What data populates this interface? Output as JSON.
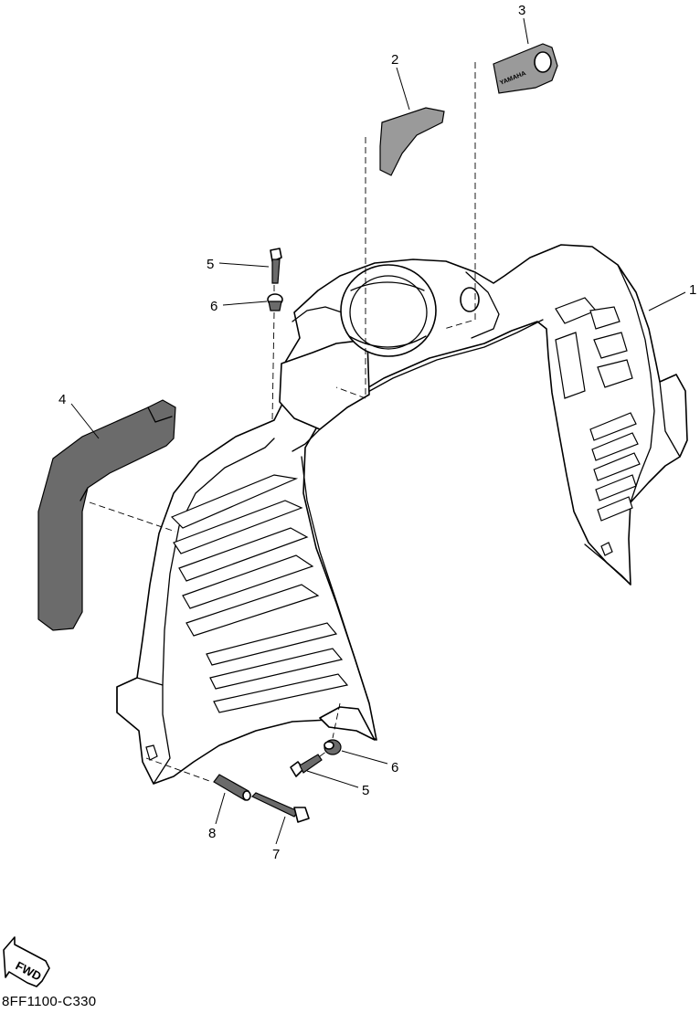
{
  "diagram": {
    "callouts": [
      {
        "id": "1",
        "label": "1"
      },
      {
        "id": "2",
        "label": "2"
      },
      {
        "id": "3",
        "label": "3"
      },
      {
        "id": "4",
        "label": "4"
      },
      {
        "id": "5a",
        "label": "5"
      },
      {
        "id": "6a",
        "label": "6"
      },
      {
        "id": "5b",
        "label": "5"
      },
      {
        "id": "6b",
        "label": "6"
      },
      {
        "id": "7",
        "label": "7"
      },
      {
        "id": "8",
        "label": "8"
      }
    ],
    "decal_text": "YAMAHA",
    "fwd_label": "FWD",
    "drawing_code": "8FF1100-C330"
  },
  "colors": {
    "line": "#000000",
    "background": "#ffffff",
    "dark_shading": "#6b6b6b",
    "decal_shading": "#9a9a9a"
  }
}
